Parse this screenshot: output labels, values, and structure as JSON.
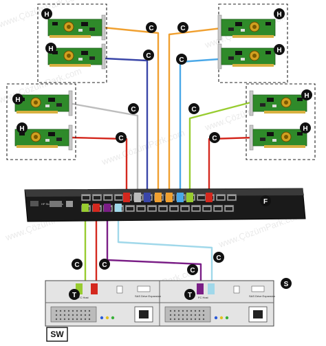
{
  "labels": {
    "hba": "H",
    "cable": "C",
    "switch": "F",
    "storage": "S",
    "controller": "T",
    "logo": "SW"
  },
  "watermark": "www.ÇözümPark.com",
  "switch_panel": {
    "model_text": "HP StorageWorks"
  },
  "storage_module_text": {
    "left_tag": "FC Host",
    "right_tag": "SAS Drive Expansion"
  },
  "cable_colors": {
    "orange": "#f0a030",
    "navy": "#3a46a8",
    "sky": "#4aa8e8",
    "gray": "#bdbdbd",
    "red": "#d4281e",
    "lime": "#98cc30",
    "purple": "#7a1e86",
    "cyan": "#a0d8ea"
  }
}
